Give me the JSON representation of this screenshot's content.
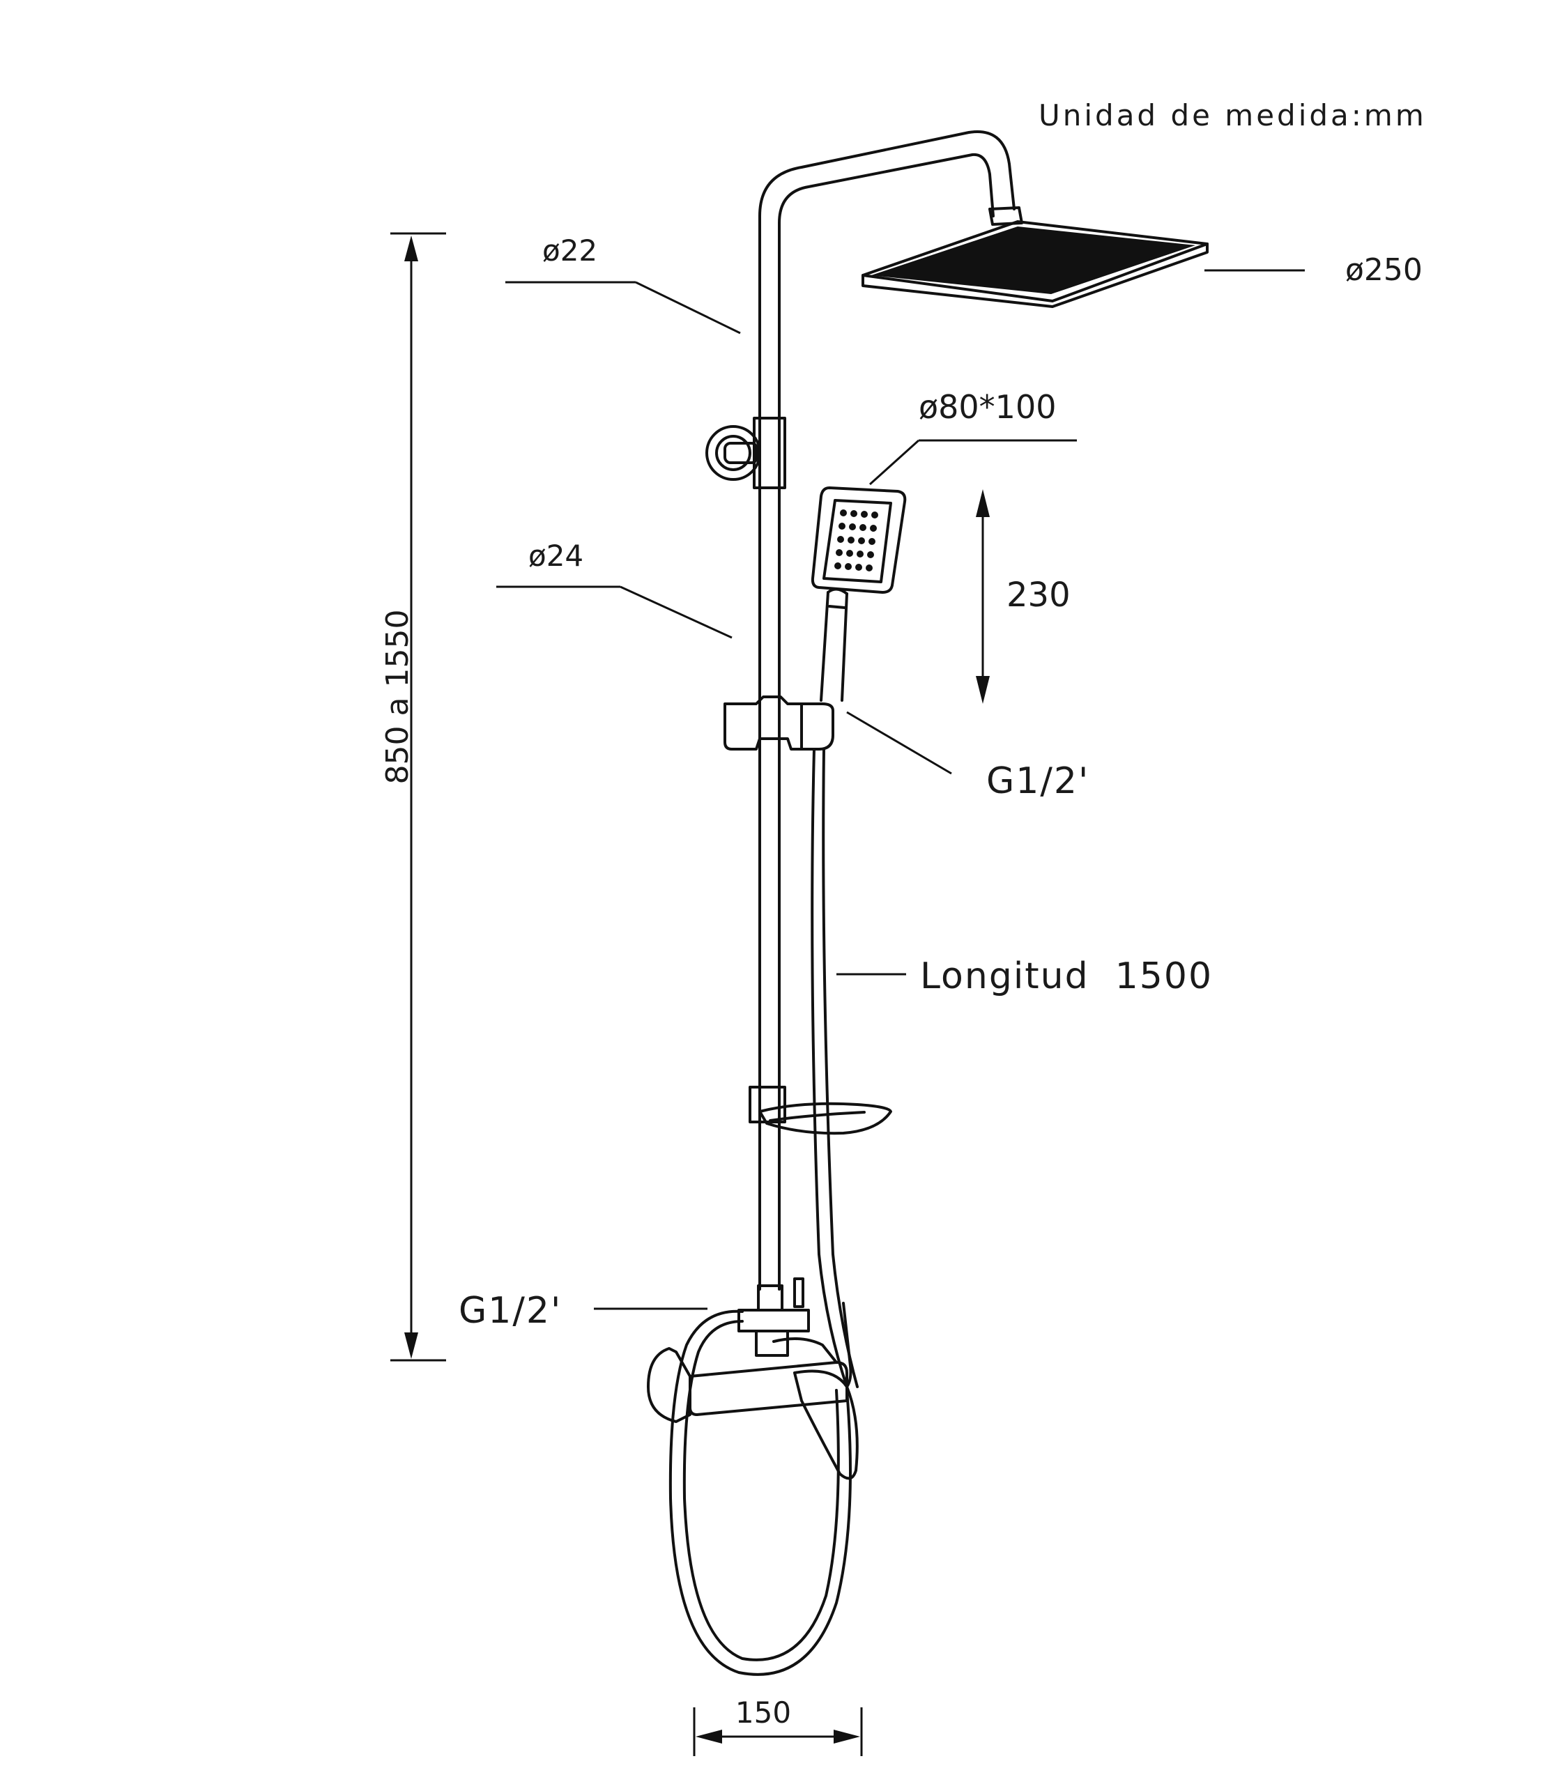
{
  "unit_note": "Unidad de medida:mm",
  "labels": {
    "top_pipe_diameter": "ø22",
    "rain_head_diameter": "ø250",
    "hand_shower_size": "ø80*100",
    "main_pipe_diameter": "ø24",
    "hand_shower_height": "230",
    "slider_thread": "G1/2'",
    "hose_length": "Longitud  1500",
    "inlet_thread": "G1/2'",
    "total_height": "850 a 1550",
    "mixer_spacing": "150"
  },
  "colors": {
    "line": "#111111",
    "background": "#ffffff"
  }
}
